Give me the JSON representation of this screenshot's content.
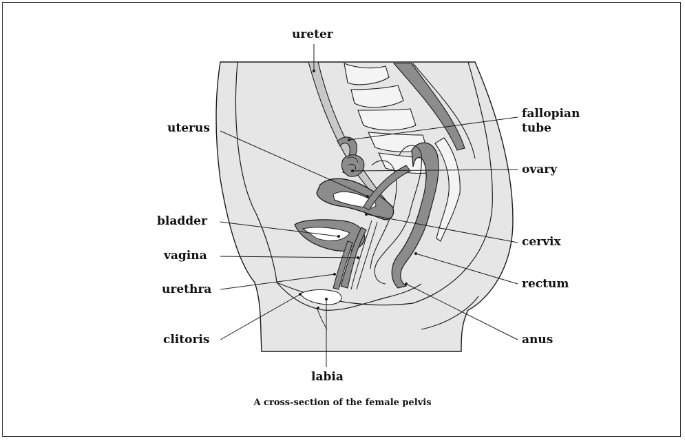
{
  "diagram": {
    "labels": {
      "ureter": "ureter",
      "fallopian_tube": "fallopian\ntube",
      "uterus": "uterus",
      "ovary": "ovary",
      "bladder": "bladder",
      "cervix": "cervix",
      "vagina": "vagina",
      "rectum": "rectum",
      "urethra": "urethra",
      "clitoris": "clitoris",
      "anus": "anus",
      "labia": "labia"
    },
    "caption": "A cross-section of the female pelvis",
    "colors": {
      "body_fill": "#e6e6e6",
      "organ_fill": "#8c8c8c",
      "line": "#1a1a1a"
    }
  }
}
